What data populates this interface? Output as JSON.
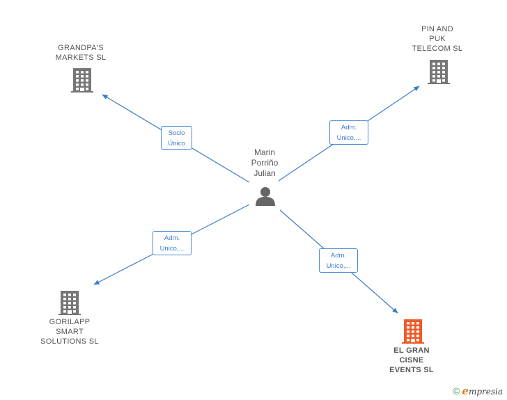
{
  "center": {
    "name": "Marin\nPorriño\nJulian",
    "icon": "person-icon"
  },
  "companies": [
    {
      "id": "grandpas",
      "name": "GRANDPA'S\nMARKETS  SL",
      "icon": "building-icon",
      "highlight": false
    },
    {
      "id": "pinpuk",
      "name": "PIN AND\nPUK\nTELECOM  SL",
      "icon": "building-icon",
      "highlight": false
    },
    {
      "id": "gorilapp",
      "name": "GORILAPP\nSMART\nSOLUTIONS  SL",
      "icon": "building-icon",
      "highlight": false
    },
    {
      "id": "elgran",
      "name": "EL GRAN\nCISNE\nEVENTS  SL",
      "icon": "building-icon",
      "highlight": true
    }
  ],
  "relations": [
    {
      "to": "grandpas",
      "label": "Socio\nÚnico"
    },
    {
      "to": "pinpuk",
      "label": "Adm.\nUnico,..."
    },
    {
      "to": "gorilapp",
      "label": "Adm.\nUnico,..."
    },
    {
      "to": "elgran",
      "label": "Adm.\nUnico,..."
    }
  ],
  "footer": {
    "copyright": "©",
    "brand_initial": "e",
    "brand_rest": "mpresia"
  },
  "colors": {
    "edge": "#3a7bc8",
    "building": "#777777",
    "building_highlight": "#f05a28",
    "person": "#666666"
  }
}
